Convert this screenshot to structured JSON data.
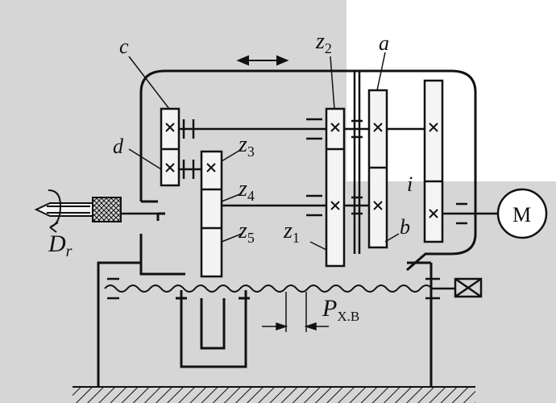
{
  "colors": {
    "background": "#d6d6d6",
    "ink": "#111111",
    "gear_fill": "#f4f4f4",
    "paper_patch": "#ffffff"
  },
  "icons": {
    "shift_arrow": "double-arrow-icon",
    "motor": "motor-icon",
    "rotation": "rotation-arrow-icon",
    "gear_mark": "cross-mark-icon",
    "box": "crossed-box-icon"
  },
  "labels": {
    "c": "c",
    "d": "d",
    "a": "a",
    "b": "b",
    "i": "i",
    "z1_main": "z",
    "z1_sub": "1",
    "z2_main": "z",
    "z2_sub": "2",
    "z3_main": "z",
    "z3_sub": "3",
    "z4_main": "z",
    "z4_sub": "4",
    "z5_main": "z",
    "z5_sub": "5",
    "motor": "M",
    "dr_main": "D",
    "dr_sub": "r",
    "p_main": "P",
    "p_sub": "X.B"
  }
}
